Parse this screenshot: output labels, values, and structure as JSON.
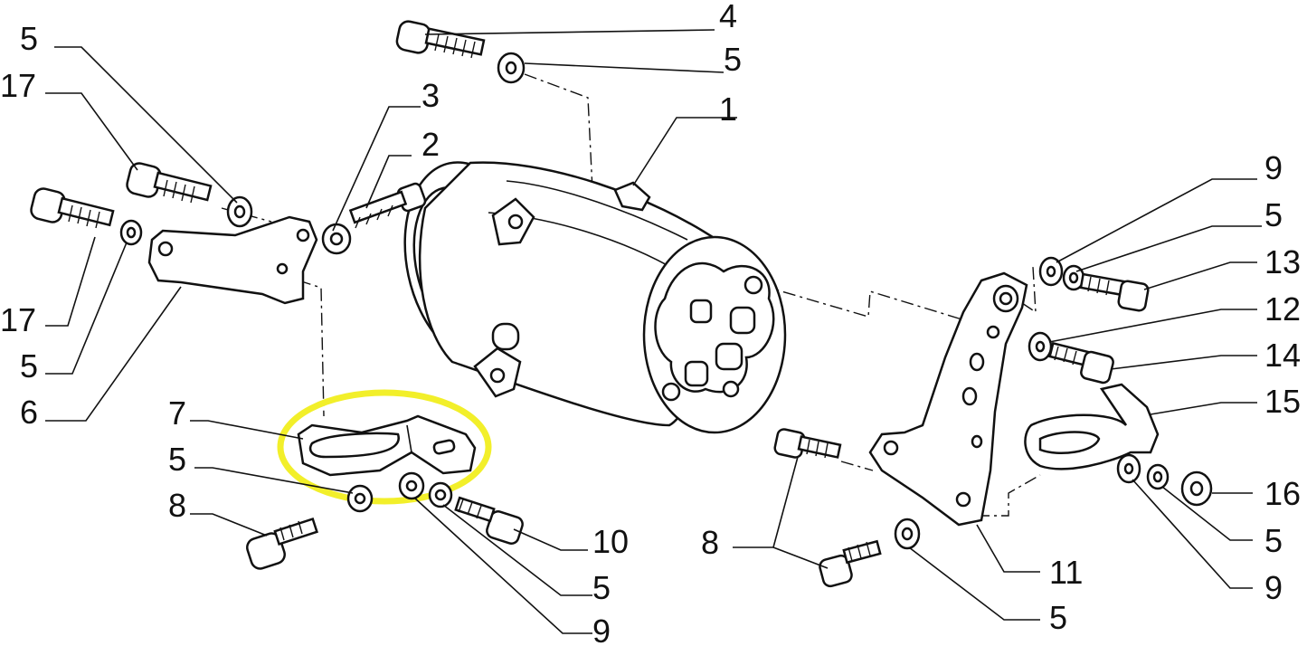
{
  "diagram": {
    "labels": {
      "l4": "4",
      "l5a": "5",
      "l1": "1",
      "l5b": "5",
      "l17a": "17",
      "l3": "3",
      "l2": "2",
      "l17b": "17",
      "l5c": "5",
      "l6": "6",
      "l7": "7",
      "l5d": "5",
      "l8a": "8",
      "l10": "10",
      "l5e": "5",
      "l9a": "9",
      "l9b": "9",
      "l5f": "5",
      "l13": "13",
      "l12": "12",
      "l14": "14",
      "l15": "15",
      "l16": "16",
      "l5g": "5",
      "l9c": "9",
      "l8b": "8",
      "l11": "11",
      "l5h": "5"
    },
    "highlight_color": "#f2ef2a"
  }
}
